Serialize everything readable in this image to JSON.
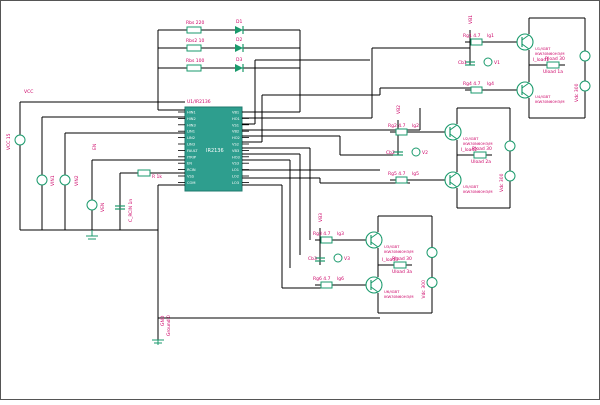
{
  "ic": {
    "ref": "U1/IR2136",
    "part": "IR2136",
    "left_pins": [
      "HIN1",
      "HIN2",
      "HIN3",
      "LIN1",
      "LIN2",
      "LIN3",
      "FAULT",
      "ITRIP",
      "EN",
      "RCIN",
      "VSS",
      "COM"
    ],
    "right_pins": [
      "VB1",
      "HO1",
      "VS1",
      "VB2",
      "HO2",
      "VS2",
      "VB3",
      "HO3",
      "VS3",
      "LO1",
      "LO2",
      "LO3"
    ]
  },
  "bootstrap_resistors": [
    "Rbs 220",
    "Rbs2 10",
    "Rbs 100"
  ],
  "bootstrap_diodes": [
    "D1",
    "D2",
    "D3"
  ],
  "left_section": {
    "vcc_label": "VCC",
    "supply_source": "VCC 15",
    "source_a": "VIN1",
    "source_b": "VIN2",
    "en_label": "EN",
    "rcin_resistor": "R 1k",
    "en_source": "VEN",
    "rcin_cap": "C_RCIN 1n"
  },
  "phases": [
    {
      "high": {
        "gate_resistor": "Rg1 4.7",
        "gate_net": "lg1",
        "transistor": "U1/IGBT",
        "model": "IKW30N60H3/M",
        "bus_net": "VB1"
      },
      "low": {
        "gate_resistor": "Rg4 4.7",
        "gate_net": "lg4",
        "transistor": "U4/IGBT",
        "model": "IKW30N60H3/M"
      },
      "cap": "Cb1",
      "source": "V1",
      "load_current": "I_load1",
      "load_resistor": "Rload 30",
      "load_voltage": "Uload 1a",
      "dc_source": "Vdc 300"
    },
    {
      "high": {
        "gate_resistor": "Rg2 4.7",
        "gate_net": "lg2",
        "transistor": "U2/IGBT",
        "model": "IKW30N60H3/M",
        "bus_net": "VB2"
      },
      "low": {
        "gate_resistor": "Rg5 4.7",
        "gate_net": "lg5",
        "transistor": "U5/IGBT",
        "model": "IKW30N60H3/M"
      },
      "cap": "Cb2",
      "source": "V2",
      "load_current": "I_load2",
      "load_resistor": "Rload 30",
      "load_voltage": "Uload 2a",
      "dc_source": "Vdc 300"
    },
    {
      "high": {
        "gate_resistor": "Rg3 4.7",
        "gate_net": "lg3",
        "transistor": "U3/IGBT",
        "model": "IKW30N60H3/M",
        "bus_net": "VB3"
      },
      "low": {
        "gate_resistor": "Rg6 4.7",
        "gate_net": "lg6",
        "transistor": "U6/IGBT",
        "model": "IKW30N60H3/M"
      },
      "cap": "Cb3",
      "source": "V3",
      "load_current": "I_load3",
      "load_resistor": "Rload 30",
      "load_voltage": "Uload 3a",
      "dc_source": "Vdc 300"
    }
  ],
  "ground_label": "GND",
  "ground_ref": "Ground 0",
  "colors": {
    "wire": "#000000",
    "ic_fill": "#2e9e8e",
    "component": "#1a9a6c",
    "label": "#cc0066",
    "diode": "#1a9a6c"
  }
}
